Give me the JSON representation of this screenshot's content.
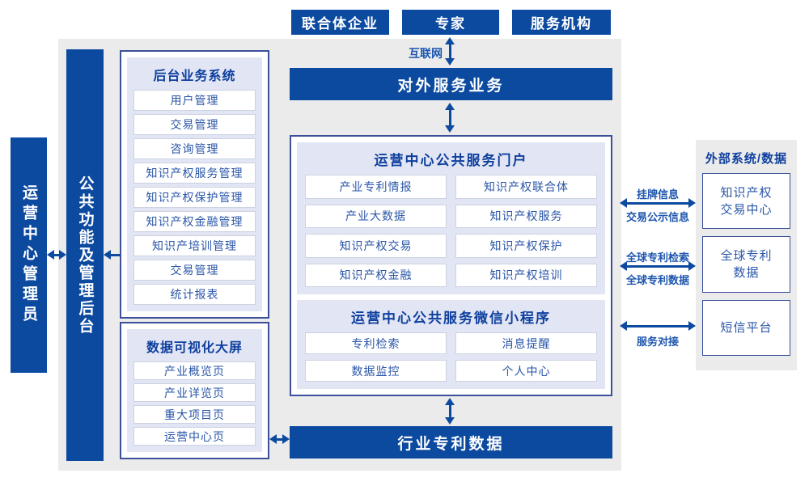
{
  "colors": {
    "primary_blue": "#0c4aa0",
    "panel_gray": "#ebebeb",
    "section_lavender": "#e2e6f4",
    "title_navy": "#0e3f9e",
    "item_blue": "#2a56a8",
    "label_blue": "#1d55ae"
  },
  "top_actors": {
    "a": "联合体企业",
    "b": "专家",
    "c": "服务机构"
  },
  "internet_label": "互联网",
  "bars": {
    "external_service": "对外服务业务",
    "industry_patent": "行业专利数据"
  },
  "vertical": {
    "admin": "运营中心管理员",
    "backend": "公共功能及管理后台"
  },
  "backend_system": {
    "title": "后台业务系统",
    "items": [
      "用户管理",
      "交易管理",
      "咨询管理",
      "知识产权服务管理",
      "知识产权保护管理",
      "知识产权金融管理",
      "知识产培训管理",
      "交易管理",
      "统计报表"
    ]
  },
  "dashboard": {
    "title": "数据可视化大屏",
    "items": [
      "产业概览页",
      "产业详览页",
      "重大项目页",
      "运营中心页"
    ]
  },
  "portal": {
    "title": "运营中心公共服务门户",
    "items": [
      "产业专利情报",
      "知识产权联合体",
      "产业大数据",
      "知识产权服务",
      "知识产权交易",
      "知识产权保护",
      "知识产权金融",
      "知识产权培训"
    ]
  },
  "miniprogram": {
    "title": "运营中心公共服务微信小程序",
    "items": [
      "专利检索",
      "消息提醒",
      "数据监控",
      "个人中心"
    ]
  },
  "external_panel": {
    "title": "外部系统/数据",
    "boxes": [
      {
        "line1": "知识产权",
        "line2": "交易中心"
      },
      {
        "line1": "全球专利",
        "line2": "数据"
      },
      {
        "line1": "短信平台",
        "line2": ""
      }
    ]
  },
  "link_labels": {
    "listing": "挂牌信息",
    "publicity": "交易公示信息",
    "global_search": "全球专利检索",
    "global_data": "全球专利数据",
    "service": "服务对接"
  }
}
